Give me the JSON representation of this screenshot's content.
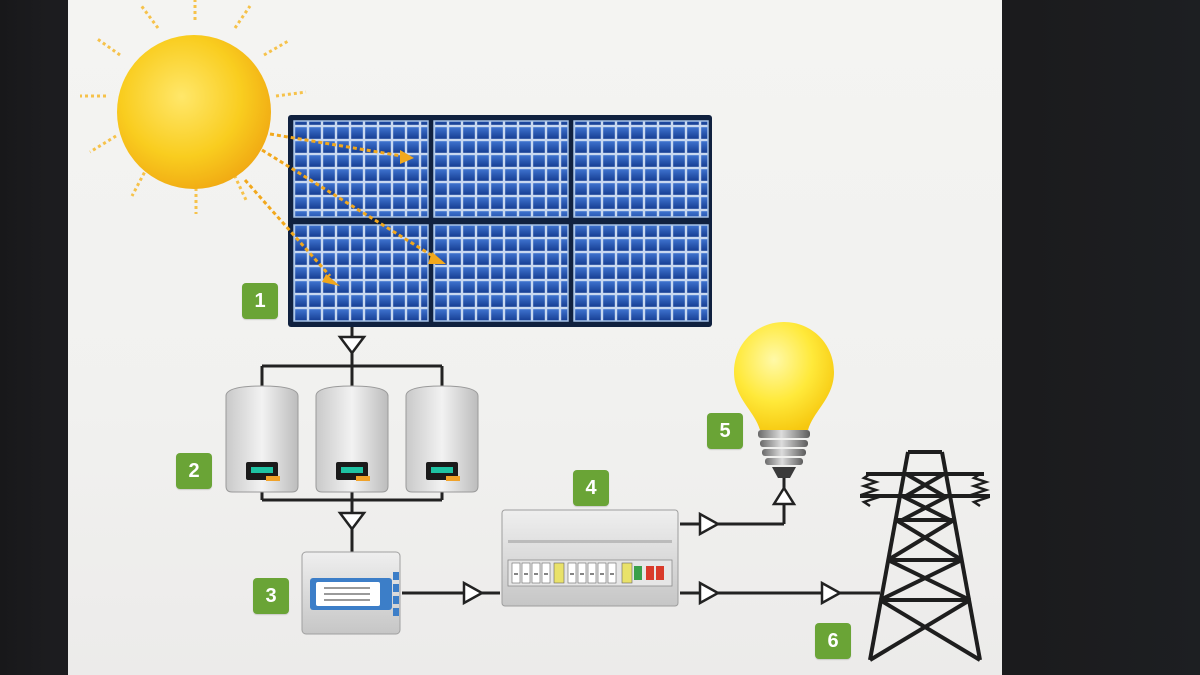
{
  "diagram": {
    "labels": [
      "1",
      "2",
      "3",
      "4",
      "5",
      "6"
    ],
    "colors": {
      "label_green": "#6aa436",
      "panel_blue": "#1f4fa8",
      "sun_yellow": "#f7c51b",
      "arrow_orange": "#f2a81c",
      "line_black": "#222222"
    }
  }
}
